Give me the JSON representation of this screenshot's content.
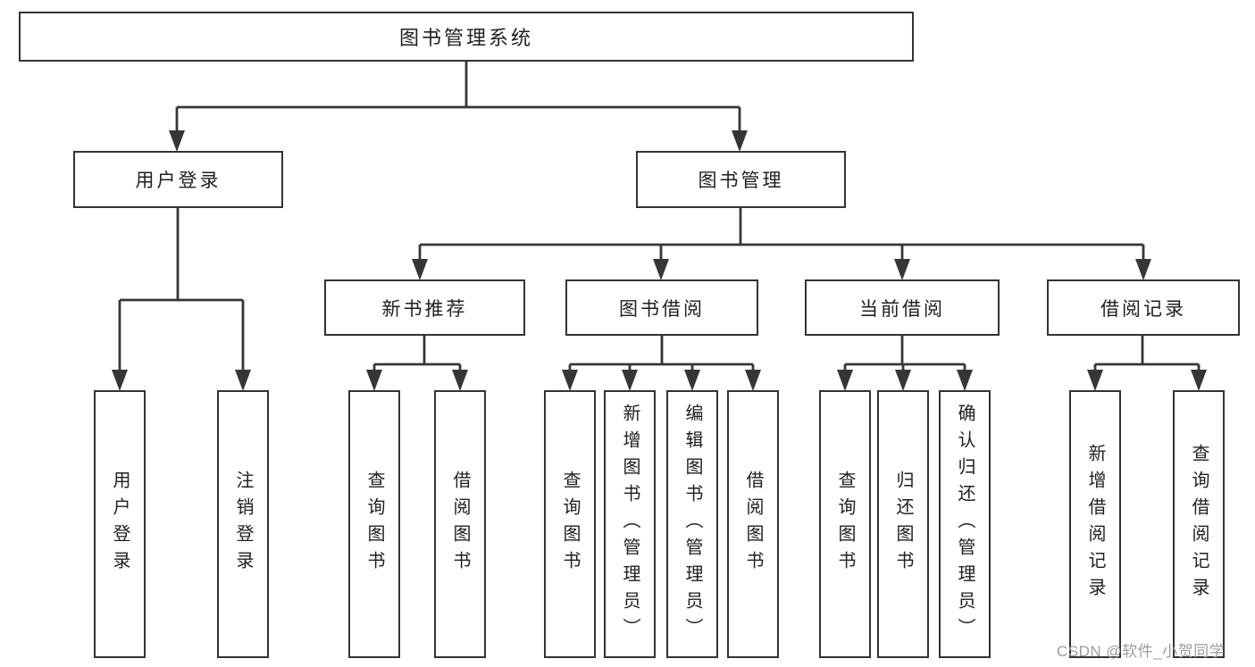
{
  "diagram": {
    "title": "图书管理系统",
    "type": "hierarchy-tree",
    "colors": {
      "line": "#363636",
      "box_border": "#333333",
      "text": "#1f1f1f",
      "watermark_text": "#9c9c9c",
      "background": "#ffffff"
    },
    "tree": {
      "label": "图书管理系统",
      "children": [
        {
          "label": "用户登录",
          "children": [
            {
              "label": "用户登录"
            },
            {
              "label": "注销登录"
            }
          ]
        },
        {
          "label": "图书管理",
          "children": [
            {
              "label": "新书推荐",
              "children": [
                {
                  "label": "查询图书"
                },
                {
                  "label": "借阅图书"
                }
              ]
            },
            {
              "label": "图书借阅",
              "children": [
                {
                  "label": "查询图书"
                },
                {
                  "label": "新增图书（管理员）"
                },
                {
                  "label": "编辑图书（管理员）"
                },
                {
                  "label": "借阅图书"
                }
              ]
            },
            {
              "label": "当前借阅",
              "children": [
                {
                  "label": "查询图书"
                },
                {
                  "label": "归还图书"
                },
                {
                  "label": "确认归还（管理员）"
                }
              ]
            },
            {
              "label": "借阅记录",
              "children": [
                {
                  "label": "新增借阅记录"
                },
                {
                  "label": "查询借阅记录"
                }
              ]
            }
          ]
        }
      ]
    }
  },
  "watermark": {
    "text": "CSDN @软件_小贺同学"
  }
}
